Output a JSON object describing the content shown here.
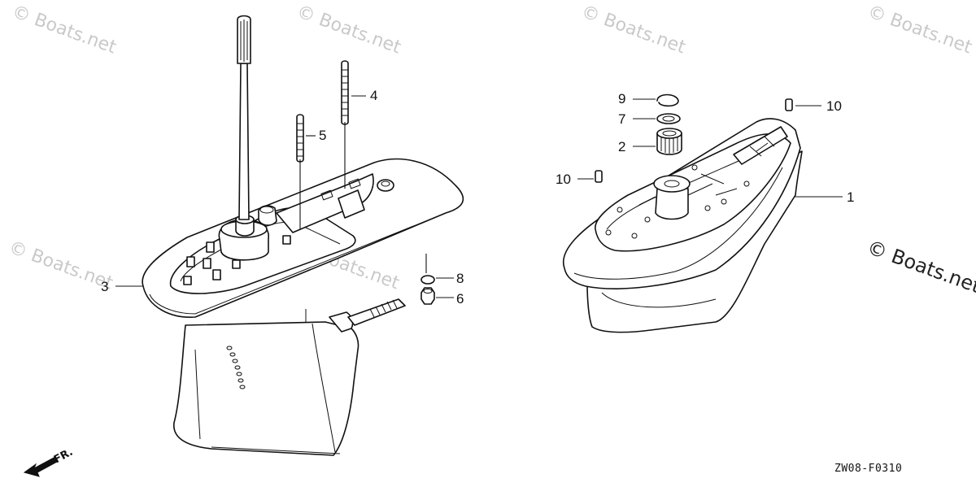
{
  "diagram": {
    "watermark_text": "© Boats.net",
    "drawing_code": "ZW08-F0310",
    "direction_label": "FR.",
    "callouts": [
      {
        "id": "c1",
        "text": "1"
      },
      {
        "id": "c2",
        "text": "2"
      },
      {
        "id": "c3",
        "text": "3"
      },
      {
        "id": "c4",
        "text": "4"
      },
      {
        "id": "c5",
        "text": "5"
      },
      {
        "id": "c6",
        "text": "6"
      },
      {
        "id": "c7",
        "text": "7"
      },
      {
        "id": "c8",
        "text": "8"
      },
      {
        "id": "c9",
        "text": "9"
      },
      {
        "id": "c10a",
        "text": "10"
      },
      {
        "id": "c10b",
        "text": "10"
      }
    ]
  }
}
